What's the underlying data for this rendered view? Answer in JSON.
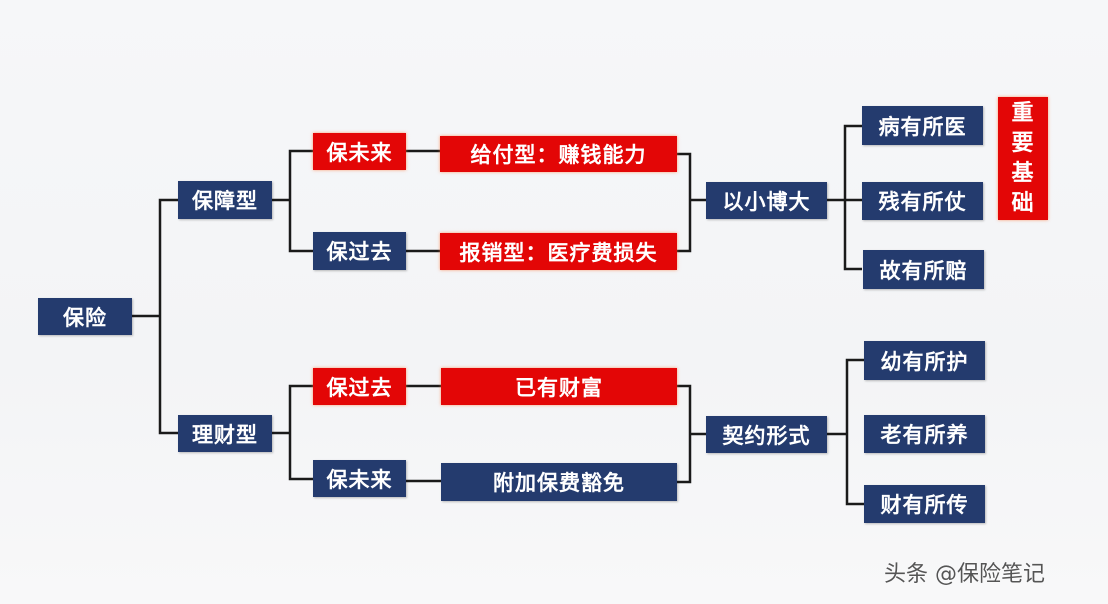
{
  "root": "保险",
  "branches": {
    "protection": {
      "label": "保障型",
      "future": "保未来",
      "past": "保过去",
      "future_detail": "给付型：赚钱能力",
      "past_detail": "报销型：医疗费损失",
      "merge": "以小博大",
      "outcomes": [
        "病有所医",
        "残有所仗",
        "故有所赔"
      ],
      "note": "重要基础"
    },
    "wealth": {
      "label": "理财型",
      "past": "保过去",
      "future": "保未来",
      "past_detail": "已有财富",
      "future_detail": "附加保费豁免",
      "merge": "契约形式",
      "outcomes": [
        "幼有所护",
        "老有所养",
        "财有所传"
      ]
    }
  },
  "watermark": "头条 @保险笔记",
  "colors": {
    "navy": "#243b6e",
    "red": "#e30606"
  }
}
